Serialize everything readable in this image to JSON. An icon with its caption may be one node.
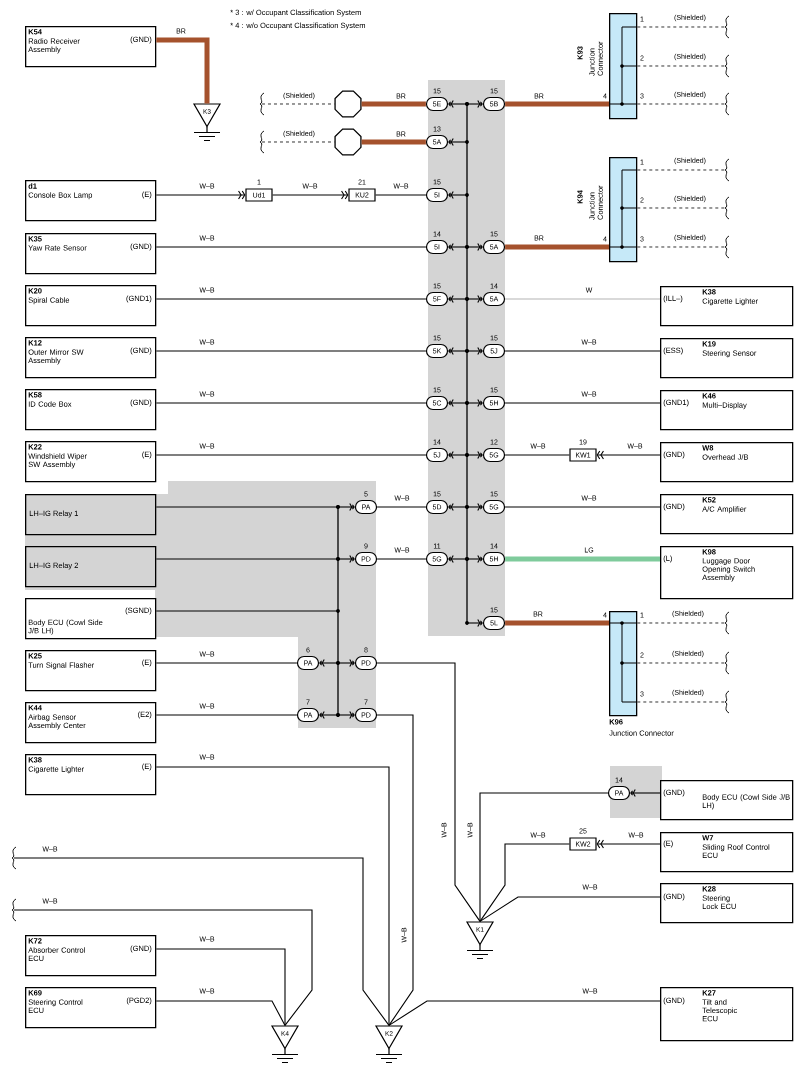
{
  "diagram": {
    "nodes": [
      {
        "text": [
          "K54",
          "Radio Receiver Assembly",
          "(GND)"
        ]
      },
      {
        "text": [
          "K3"
        ]
      },
      {
        "text": [],
        "shape": "octagon"
      },
      {
        "text": [],
        "shape": "octagon"
      },
      {
        "text": [
          "5E"
        ],
        "beside": [
          "15"
        ]
      },
      {
        "text": [
          "5B"
        ],
        "beside": [
          "15"
        ]
      },
      {
        "text": [
          "5A"
        ],
        "beside": [
          "13"
        ]
      },
      {
        "text": [
          "d1",
          "Console Box Lamp",
          "(E)"
        ]
      },
      {
        "text": [
          "Ud1"
        ],
        "beside": [
          "1"
        ]
      },
      {
        "text": [
          "KU2"
        ],
        "beside": [
          "21"
        ]
      },
      {
        "text": [
          "5I"
        ],
        "beside": [
          "15"
        ]
      },
      {
        "text": [
          "K35",
          "Yaw Rate Sensor",
          "(GND)"
        ]
      },
      {
        "text": [
          "5I"
        ],
        "beside": [
          "14"
        ]
      },
      {
        "text": [
          "5A"
        ],
        "beside": [
          "15"
        ]
      },
      {
        "text": [
          "K20",
          "Spiral Cable",
          "(GND1)"
        ]
      },
      {
        "text": [
          "5F"
        ],
        "beside": [
          "15"
        ]
      },
      {
        "text": [
          "5A"
        ],
        "beside": [
          "14"
        ]
      },
      {
        "text": [
          "K12",
          "Outer Mirror SW Assembly",
          "(GND)"
        ]
      },
      {
        "text": [
          "5K"
        ],
        "beside": [
          "15"
        ]
      },
      {
        "text": [
          "5J"
        ],
        "beside": [
          "15"
        ]
      },
      {
        "text": [
          "K58",
          "ID Code Box",
          "(GND)"
        ]
      },
      {
        "text": [
          "5C"
        ],
        "beside": [
          "15"
        ]
      },
      {
        "text": [
          "5H"
        ],
        "beside": [
          "15"
        ]
      },
      {
        "text": [
          "K22",
          "Windshield Wiper SW Assembly",
          "(E)"
        ]
      },
      {
        "text": [
          "5J"
        ],
        "beside": [
          "14"
        ]
      },
      {
        "text": [
          "5G"
        ],
        "beside": [
          "12"
        ]
      },
      {
        "text": [
          "KW1"
        ],
        "beside": [
          "19"
        ]
      },
      {
        "text": [
          "LH–IG Relay 1"
        ]
      },
      {
        "text": [
          "PA"
        ],
        "beside": [
          "5"
        ]
      },
      {
        "text": [
          "5D"
        ],
        "beside": [
          "15"
        ]
      },
      {
        "text": [
          "5G"
        ],
        "beside": [
          "15"
        ]
      },
      {
        "text": [
          "LH–IG Relay 2"
        ]
      },
      {
        "text": [
          "PD"
        ],
        "beside": [
          "9"
        ]
      },
      {
        "text": [
          "5G"
        ],
        "beside": [
          "11"
        ]
      },
      {
        "text": [
          "5H"
        ],
        "beside": [
          "14"
        ]
      },
      {
        "text": [
          "Body ECU (Cowl Side J/B LH)",
          "(SGND)"
        ]
      },
      {
        "text": [
          "K25",
          "Turn Signal Flasher",
          "(E)"
        ]
      },
      {
        "text": [
          "PA"
        ],
        "beside": [
          "6"
        ]
      },
      {
        "text": [
          "PD"
        ],
        "beside": [
          "8"
        ]
      },
      {
        "text": [
          "K44",
          "Airbag Sensor Assembly Center",
          "(E2)"
        ]
      },
      {
        "text": [
          "PA"
        ],
        "beside": [
          "7"
        ]
      },
      {
        "text": [
          "PD"
        ],
        "beside": [
          "7"
        ]
      },
      {
        "text": [
          "K38",
          "Cigarette Lighter",
          "(E)"
        ]
      },
      {
        "text": [
          "5L"
        ],
        "beside": [
          "15"
        ]
      },
      {
        "text": [
          "K93",
          "Junction Connector"
        ],
        "beside": [
          "1",
          "2",
          "3",
          "4"
        ]
      },
      {
        "text": [
          "K94",
          "Junction Connector"
        ],
        "beside": [
          "1",
          "2",
          "3",
          "4"
        ]
      },
      {
        "text": [
          "(ILL–)",
          "K38",
          "Cigarette Lighter"
        ]
      },
      {
        "text": [
          "(ESS)",
          "K19",
          "Steering Sensor"
        ]
      },
      {
        "text": [
          "(GND1)",
          "K46",
          "Multi–Display"
        ]
      },
      {
        "text": [
          "(GND)",
          "W8",
          "Overhead J/B"
        ]
      },
      {
        "text": [
          "(GND)",
          "K52",
          "A/C Amplifier"
        ]
      },
      {
        "text": [
          "(L)",
          "K98",
          "Luggage Door Opening Switch Assembly"
        ]
      },
      {
        "text": [
          "K96",
          "Junction Connector"
        ],
        "beside": [
          "1",
          "2",
          "3",
          "4"
        ]
      },
      {
        "text": [
          "PA"
        ],
        "beside": [
          "14"
        ]
      },
      {
        "text": [
          "(GND)",
          "Body ECU (Cowl Side J/B LH)"
        ]
      },
      {
        "text": [
          "KW2"
        ],
        "beside": [
          "25"
        ]
      },
      {
        "text": [
          "(E)",
          "W7",
          "Sliding Roof Control ECU"
        ]
      },
      {
        "text": [
          "(GND)",
          "K28",
          "Steering Lock ECU"
        ]
      },
      {
        "text": [
          "K1"
        ]
      },
      {
        "text": [
          "K72",
          "Absorber Control ECU",
          "(GND)"
        ]
      },
      {
        "text": [
          "K69",
          "Steering Control ECU",
          "(PGD2)"
        ]
      },
      {
        "text": [
          "K4"
        ]
      },
      {
        "text": [
          "K2"
        ]
      },
      {
        "text": [
          "(GND)",
          "K27",
          "Tilt and Telescopic ECU"
        ]
      },
      {
        "text": [],
        "shape": "bar"
      },
      {
        "text": [],
        "shape": "bar"
      }
    ],
    "edges": [
      {
        "from": 0,
        "to": 1,
        "arrow": "none",
        "label": "BR",
        "style": "thick",
        "color": "#a5522d"
      },
      {
        "from": null,
        "to": 2,
        "arrow": "none",
        "label": "(Shielded)",
        "style": "dashed"
      },
      {
        "from": 2,
        "to": 4,
        "arrow": "none",
        "label": "BR",
        "style": "thick",
        "color": "#a5522d"
      },
      {
        "from": null,
        "to": 3,
        "arrow": "none",
        "label": "(Shielded)",
        "style": "dashed"
      },
      {
        "from": 3,
        "to": 6,
        "arrow": "none",
        "label": "BR",
        "style": "thick",
        "color": "#a5522d"
      },
      {
        "from": 64,
        "to": 4,
        "arrow": "to"
      },
      {
        "from": 64,
        "to": 5,
        "arrow": "to"
      },
      {
        "from": 64,
        "to": 6,
        "arrow": "to"
      },
      {
        "from": 5,
        "to": 44,
        "arrow": "none",
        "label": "BR",
        "style": "thick",
        "color": "#a5522d"
      },
      {
        "from": 44,
        "to": null,
        "arrow": "none",
        "label": "(Shielded)",
        "style": "dashed"
      },
      {
        "from": 44,
        "to": null,
        "arrow": "none",
        "label": "(Shielded)",
        "style": "dashed"
      },
      {
        "from": 44,
        "to": null,
        "arrow": "none",
        "label": "(Shielded)",
        "style": "dashed"
      },
      {
        "from": 7,
        "to": 8,
        "arrow": "to",
        "label": "W–B"
      },
      {
        "from": 8,
        "to": 9,
        "arrow": "to",
        "label": "W–B"
      },
      {
        "from": 9,
        "to": 10,
        "arrow": "none",
        "label": "W–B"
      },
      {
        "from": 64,
        "to": 10,
        "arrow": "to"
      },
      {
        "from": 11,
        "to": 12,
        "arrow": "none",
        "label": "W–B"
      },
      {
        "from": 64,
        "to": 12,
        "arrow": "to"
      },
      {
        "from": 64,
        "to": 13,
        "arrow": "to"
      },
      {
        "from": 13,
        "to": 45,
        "arrow": "none",
        "label": "BR",
        "style": "thick",
        "color": "#a5522d"
      },
      {
        "from": 45,
        "to": null,
        "arrow": "none",
        "label": "(Shielded)",
        "style": "dashed"
      },
      {
        "from": 45,
        "to": null,
        "arrow": "none",
        "label": "(Shielded)",
        "style": "dashed"
      },
      {
        "from": 45,
        "to": null,
        "arrow": "none",
        "label": "(Shielded)",
        "style": "dashed"
      },
      {
        "from": 14,
        "to": 15,
        "arrow": "none",
        "label": "W–B"
      },
      {
        "from": 64,
        "to": 15,
        "arrow": "to"
      },
      {
        "from": 64,
        "to": 16,
        "arrow": "to"
      },
      {
        "from": 16,
        "to": 46,
        "arrow": "none",
        "label": "W",
        "color": "#b4b4b4"
      },
      {
        "from": 17,
        "to": 18,
        "arrow": "none",
        "label": "W–B"
      },
      {
        "from": 64,
        "to": 18,
        "arrow": "to"
      },
      {
        "from": 64,
        "to": 19,
        "arrow": "to"
      },
      {
        "from": 19,
        "to": 47,
        "arrow": "none",
        "label": "W–B"
      },
      {
        "from": 20,
        "to": 21,
        "arrow": "none",
        "label": "W–B"
      },
      {
        "from": 64,
        "to": 21,
        "arrow": "to"
      },
      {
        "from": 64,
        "to": 22,
        "arrow": "to"
      },
      {
        "from": 22,
        "to": 48,
        "arrow": "none",
        "label": "W–B"
      },
      {
        "from": 23,
        "to": 24,
        "arrow": "none",
        "label": "W–B"
      },
      {
        "from": 64,
        "to": 24,
        "arrow": "to"
      },
      {
        "from": 64,
        "to": 25,
        "arrow": "to"
      },
      {
        "from": 25,
        "to": 26,
        "arrow": "none",
        "label": "W–B"
      },
      {
        "from": 49,
        "to": 26,
        "arrow": "to",
        "label": "W–B"
      },
      {
        "from": 27,
        "to": 65,
        "arrow": "none"
      },
      {
        "from": 65,
        "to": 28,
        "arrow": "to"
      },
      {
        "from": 28,
        "to": 29,
        "arrow": "none",
        "label": "W–B"
      },
      {
        "from": 64,
        "to": 29,
        "arrow": "to"
      },
      {
        "from": 64,
        "to": 30,
        "arrow": "to"
      },
      {
        "from": 30,
        "to": 50,
        "arrow": "none",
        "label": "W–B"
      },
      {
        "from": 31,
        "to": 65,
        "arrow": "none"
      },
      {
        "from": 65,
        "to": 32,
        "arrow": "to"
      },
      {
        "from": 32,
        "to": 33,
        "arrow": "none",
        "label": "W–B"
      },
      {
        "from": 64,
        "to": 33,
        "arrow": "to"
      },
      {
        "from": 64,
        "to": 34,
        "arrow": "to"
      },
      {
        "from": 34,
        "to": 51,
        "arrow": "none",
        "label": "LG",
        "style": "thick",
        "color": "#7fcb9c"
      },
      {
        "from": 35,
        "to": 65,
        "arrow": "none"
      },
      {
        "from": 36,
        "to": 37,
        "arrow": "none",
        "label": "W–B"
      },
      {
        "from": 65,
        "to": 37,
        "arrow": "to"
      },
      {
        "from": 65,
        "to": 38,
        "arrow": "to"
      },
      {
        "from": 39,
        "to": 40,
        "arrow": "none",
        "label": "W–B"
      },
      {
        "from": 65,
        "to": 40,
        "arrow": "to"
      },
      {
        "from": 65,
        "to": 41,
        "arrow": "to"
      },
      {
        "from": 64,
        "to": 43,
        "arrow": "to"
      },
      {
        "from": 43,
        "to": 52,
        "arrow": "none",
        "label": "BR",
        "style": "thick",
        "color": "#a5522d"
      },
      {
        "from": 52,
        "to": null,
        "arrow": "none",
        "label": "(Shielded)",
        "style": "dashed"
      },
      {
        "from": 52,
        "to": null,
        "arrow": "none",
        "label": "(Shielded)",
        "style": "dashed"
      },
      {
        "from": 52,
        "to": null,
        "arrow": "none",
        "label": "(Shielded)",
        "style": "dashed"
      },
      {
        "from": 38,
        "to": 58,
        "arrow": "none",
        "label": "W–B"
      },
      {
        "from": 41,
        "to": 62,
        "arrow": "none",
        "label": "W–B"
      },
      {
        "from": 42,
        "to": 62,
        "arrow": "none",
        "label": "W–B"
      },
      {
        "from": null,
        "to": 62,
        "arrow": "none",
        "label": "W–B"
      },
      {
        "from": null,
        "to": 61,
        "arrow": "none",
        "label": "W–B"
      },
      {
        "from": 59,
        "to": 61,
        "arrow": "none",
        "label": "W–B"
      },
      {
        "from": 60,
        "to": 61,
        "arrow": "none",
        "label": "W–B"
      },
      {
        "from": 63,
        "to": 62,
        "arrow": "none",
        "label": "W–B"
      },
      {
        "from": 54,
        "to": 53,
        "arrow": "to"
      },
      {
        "from": 53,
        "to": 58,
        "arrow": "none",
        "label": "W–B"
      },
      {
        "from": 56,
        "to": 55,
        "arrow": "to",
        "label": "W–B"
      },
      {
        "from": 55,
        "to": 58,
        "arrow": "none",
        "label": "W–B"
      },
      {
        "from": 57,
        "to": 58,
        "arrow": "none",
        "label": "W–B"
      }
    ],
    "labels": [
      "* 3 : w/ Occupant Classification System",
      "* 4 : w/o Occupant Classification System"
    ]
  }
}
